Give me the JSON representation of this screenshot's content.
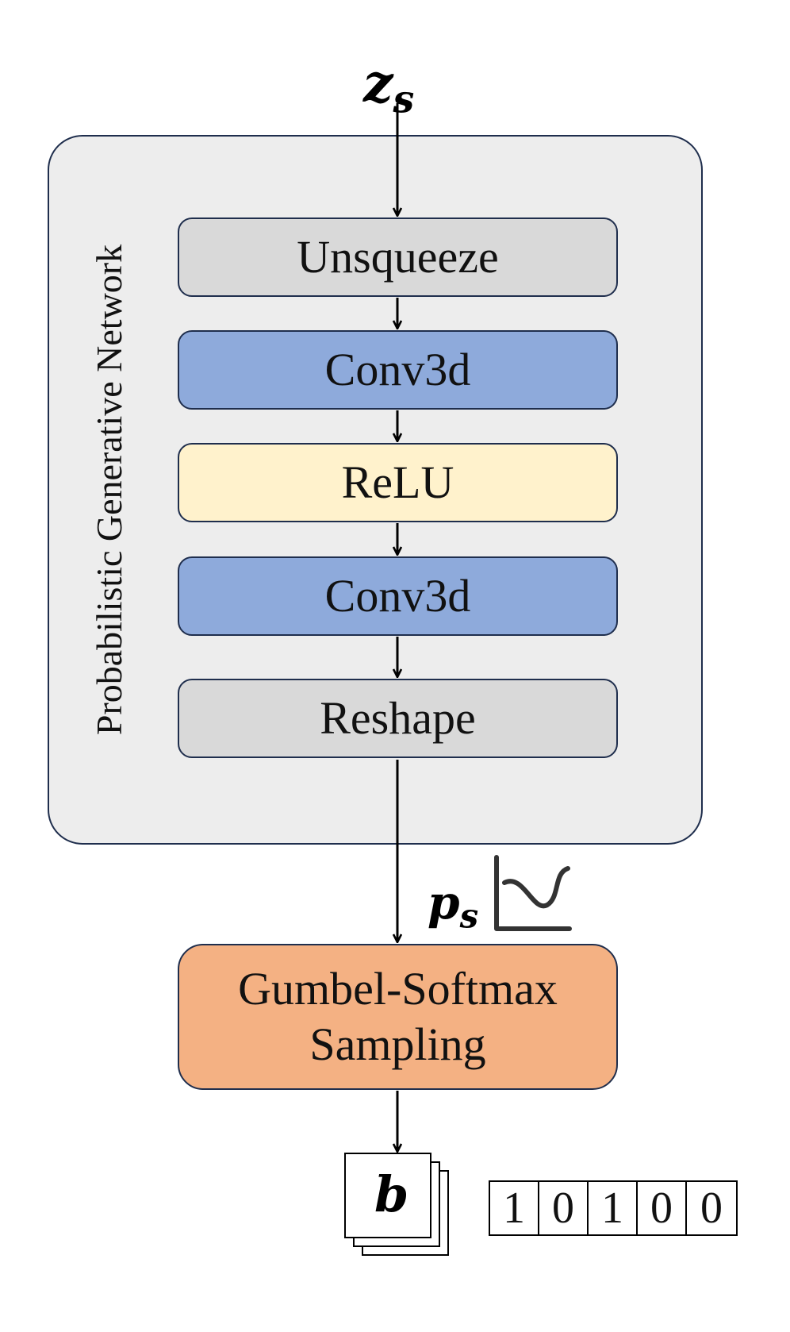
{
  "diagram": {
    "input_symbol": {
      "base": "z",
      "sub": "s"
    },
    "container": {
      "label": "Probabilistic Generative Network",
      "fill": "#ededed",
      "border": "#1f2e4d"
    },
    "blocks": [
      {
        "id": "unsqueeze",
        "label": "Unsqueeze",
        "fill": "#d9d9d9"
      },
      {
        "id": "conv3d-1",
        "label": "Conv3d",
        "fill": "#8eaadb"
      },
      {
        "id": "relu",
        "label": "ReLU",
        "fill": "#fff2cc"
      },
      {
        "id": "conv3d-2",
        "label": "Conv3d",
        "fill": "#8eaadb"
      },
      {
        "id": "reshape",
        "label": "Reshape",
        "fill": "#d9d9d9"
      }
    ],
    "prob_symbol": {
      "base": "p",
      "sub": "s"
    },
    "prob_icon": "distribution-curve-icon",
    "sampler": {
      "line1": "Gumbel-Softmax",
      "line2": "Sampling",
      "fill": "#f4b183"
    },
    "output_symbol": "b",
    "output_icon": "stacked-pages-icon",
    "bits": [
      "1",
      "0",
      "1",
      "0",
      "0"
    ],
    "arrow_color": "#000000"
  }
}
